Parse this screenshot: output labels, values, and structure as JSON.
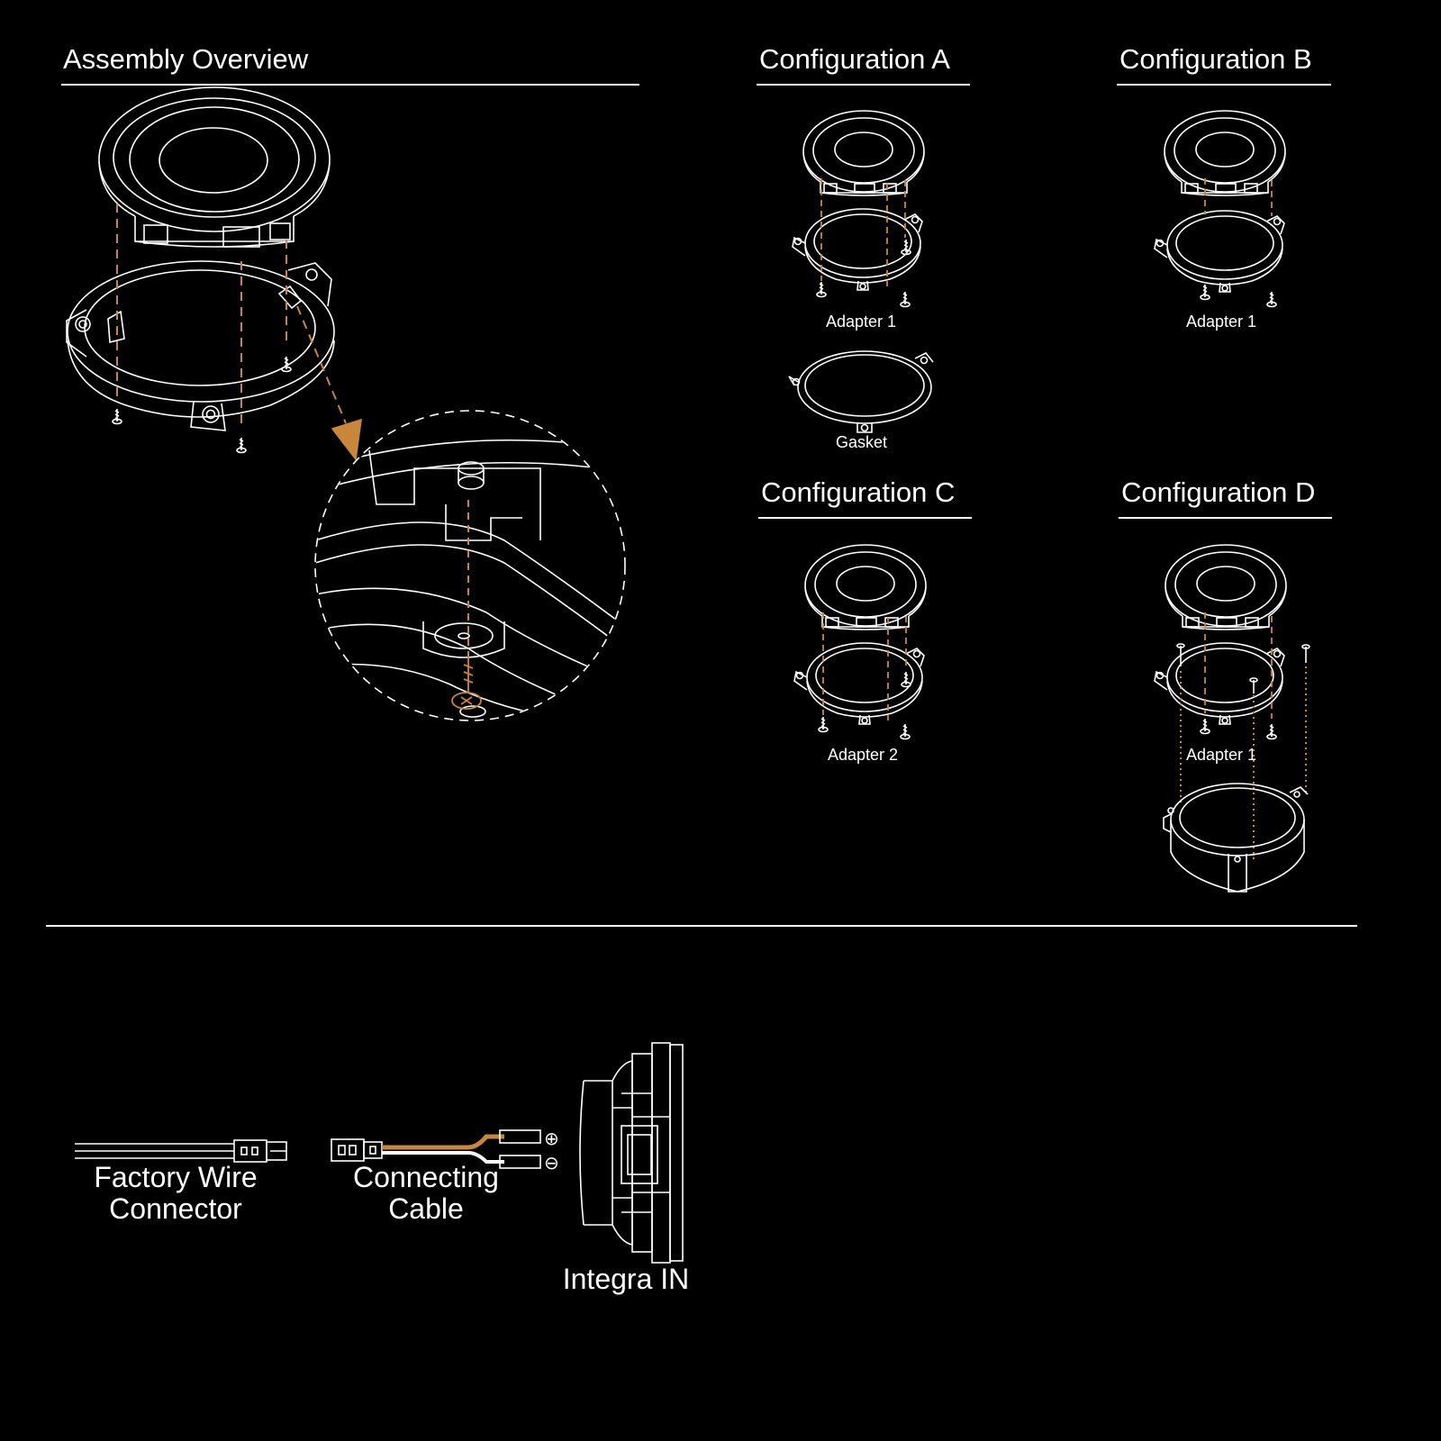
{
  "sections": {
    "overview": {
      "title": "Assembly Overview"
    },
    "config_a": {
      "title": "Configuration A",
      "part1": "Adapter 1",
      "part2": "Gasket"
    },
    "config_b": {
      "title": "Configuration B",
      "part1": "Adapter 1"
    },
    "config_c": {
      "title": "Configuration C",
      "part1": "Adapter 2"
    },
    "config_d": {
      "title": "Configuration D",
      "part1": "Adapter 1"
    }
  },
  "wiring": {
    "factory": {
      "line1": "Factory Wire",
      "line2": "Connector"
    },
    "cable": {
      "line1": "Connecting",
      "line2": "Cable"
    },
    "speaker": "Integra IN",
    "positive_symbol": "⊕",
    "negative_symbol": "⊖"
  },
  "colors": {
    "background": "#000000",
    "line": "#ffffff",
    "accent": "#c8873c"
  }
}
